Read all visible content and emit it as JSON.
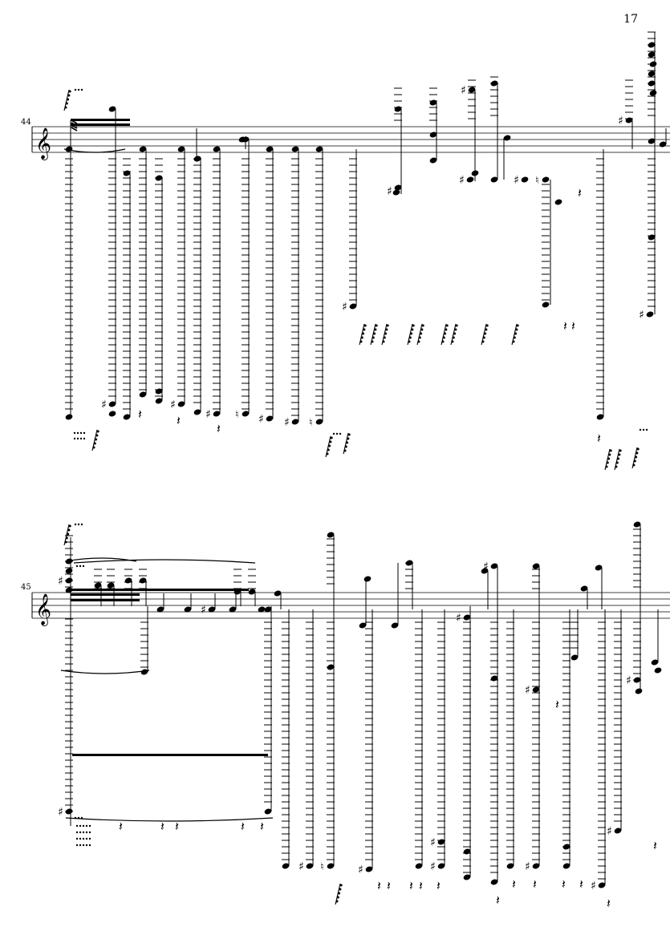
{
  "page": {
    "number": "17"
  },
  "systems": [
    {
      "measure_number": "44",
      "clef": "treble"
    },
    {
      "measure_number": "45",
      "clef": "treble"
    }
  ],
  "accidental_glyph": "♯",
  "natural_glyph": "♮",
  "rest_glyph": "𝄽",
  "clef_glyph": "𝄞"
}
